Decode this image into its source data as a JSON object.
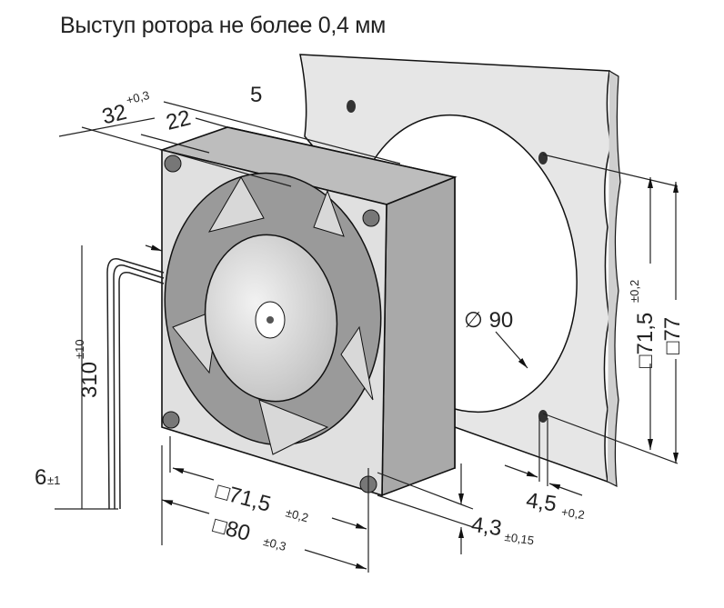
{
  "title": "Выступ ротора не более 0,4 мм",
  "dimensions": {
    "depth_total": {
      "value": "32",
      "tol": "+0,3"
    },
    "depth_body": {
      "value": "22"
    },
    "flange": {
      "value": "5"
    },
    "cable_length": {
      "value": "310",
      "tol": "±10"
    },
    "wire_strip": {
      "value": "6",
      "tol": "±1"
    },
    "hole_spacing_h": {
      "value": "□71,5",
      "tol": "±0,2"
    },
    "frame_size": {
      "value": "□80",
      "tol": "±0,3"
    },
    "hole_dia": {
      "value": "4,3",
      "tol": "±0,15"
    },
    "panel_hole": {
      "value": "4,5",
      "tol": "+0,2"
    },
    "cutout_dia": {
      "value": "∅ 90"
    },
    "hole_spacing_v": {
      "value": "□71,5",
      "tol": "±0,2"
    },
    "panel_square": {
      "value": "□77"
    }
  }
}
